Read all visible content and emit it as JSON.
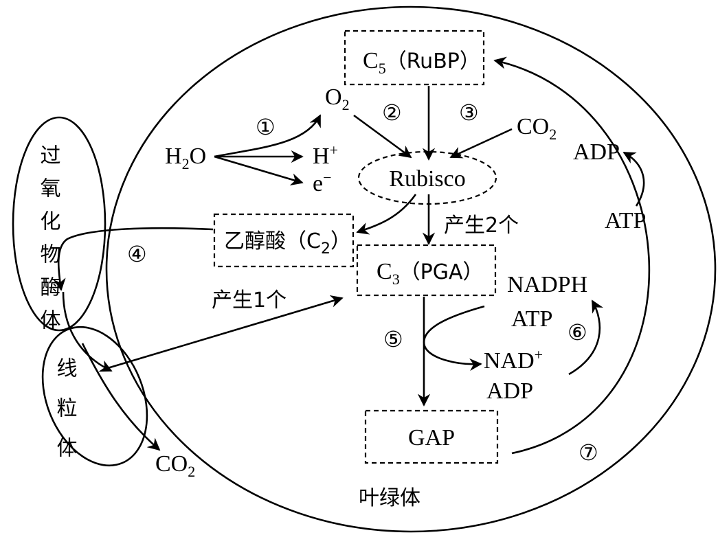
{
  "diagram": {
    "organelles": {
      "chloroplast": "叶绿体",
      "peroxisome": "过氧化物酶体",
      "mitochondrion": "线粒体"
    },
    "nodes": {
      "c5": {
        "main": "C",
        "sub": "5",
        "tail": "（RuBP）"
      },
      "rubisco": "Rubisco",
      "c2": {
        "main": "乙醇酸（C",
        "sub": "2",
        "tail": "）"
      },
      "c3": {
        "main": "C",
        "sub": "3",
        "tail": "（PGA）"
      },
      "gap": "GAP"
    },
    "labels": {
      "h2o": {
        "main": "H",
        "sub": "2",
        "tail": "O"
      },
      "o2": {
        "main": "O",
        "sub": "2"
      },
      "co2_in": {
        "main": "CO",
        "sub": "2"
      },
      "co2_out": {
        "main": "CO",
        "sub": "2"
      },
      "h_plus": {
        "main": "H",
        "sup": "+"
      },
      "e_minus": {
        "main": "e",
        "sup": "−"
      },
      "adp_top": "ADP",
      "atp_top": "ATP",
      "nadph": "NADPH",
      "atp_mid": "ATP",
      "nad_plus": {
        "main": "NAD",
        "sup": "+"
      },
      "adp_mid": "ADP",
      "produce2": "产生2个",
      "produce1": "产生1个"
    },
    "steps": [
      "①",
      "②",
      "③",
      "④",
      "⑤",
      "⑥",
      "⑦"
    ]
  }
}
